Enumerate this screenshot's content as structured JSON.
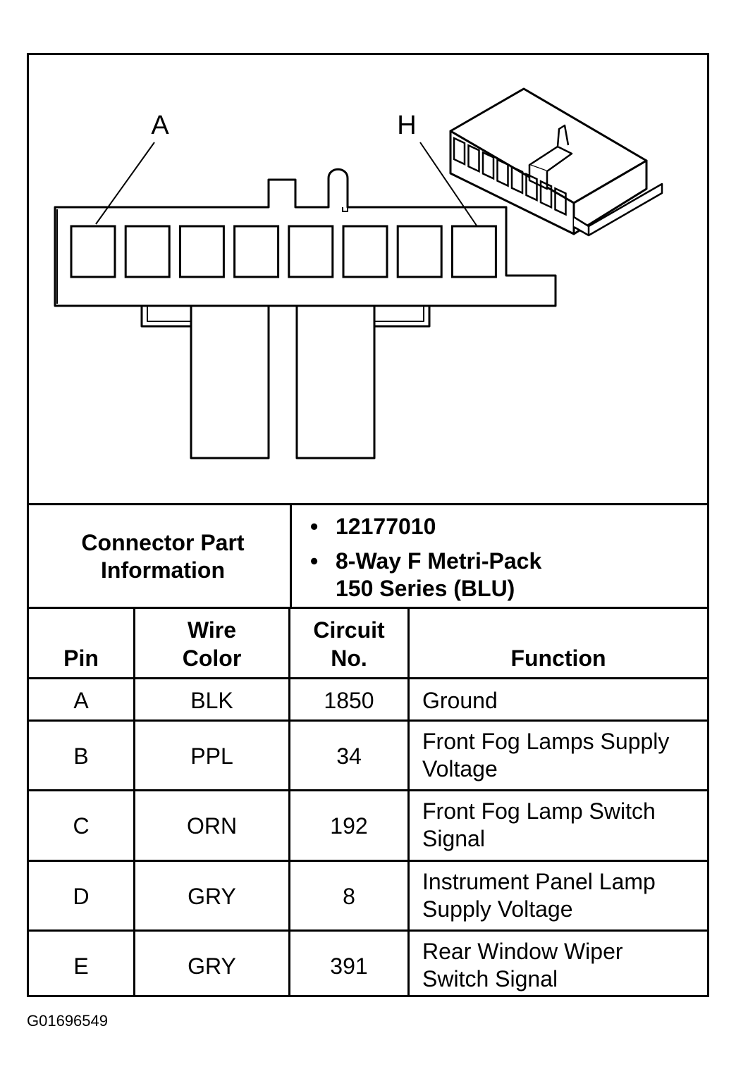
{
  "diagram": {
    "label_left": "A",
    "label_right": "H"
  },
  "connector_info": {
    "heading": "Connector Part Information",
    "items": [
      "12177010",
      "8-Way F Metri-Pack",
      "150 Series (BLU)"
    ]
  },
  "table": {
    "headers": {
      "pin": "Pin",
      "wire_color_1": "Wire",
      "wire_color_2": "Color",
      "circuit_1": "Circuit",
      "circuit_2": "No.",
      "function": "Function"
    },
    "rows": [
      {
        "pin": "A",
        "color": "BLK",
        "circuit": "1850",
        "function": [
          "Ground",
          ""
        ]
      },
      {
        "pin": "B",
        "color": "PPL",
        "circuit": "34",
        "function": [
          "Front Fog Lamps Supply",
          "Voltage"
        ]
      },
      {
        "pin": "C",
        "color": "ORN",
        "circuit": "192",
        "function": [
          "Front Fog Lamp Switch",
          "Signal"
        ]
      },
      {
        "pin": "D",
        "color": "GRY",
        "circuit": "8",
        "function": [
          "Instrument Panel Lamp",
          "Supply Voltage"
        ]
      },
      {
        "pin": "E",
        "color": "GRY",
        "circuit": "391",
        "function": [
          "Rear Window Wiper",
          "Switch Signal"
        ]
      }
    ]
  },
  "footer": {
    "figure_id": "G01696549"
  }
}
